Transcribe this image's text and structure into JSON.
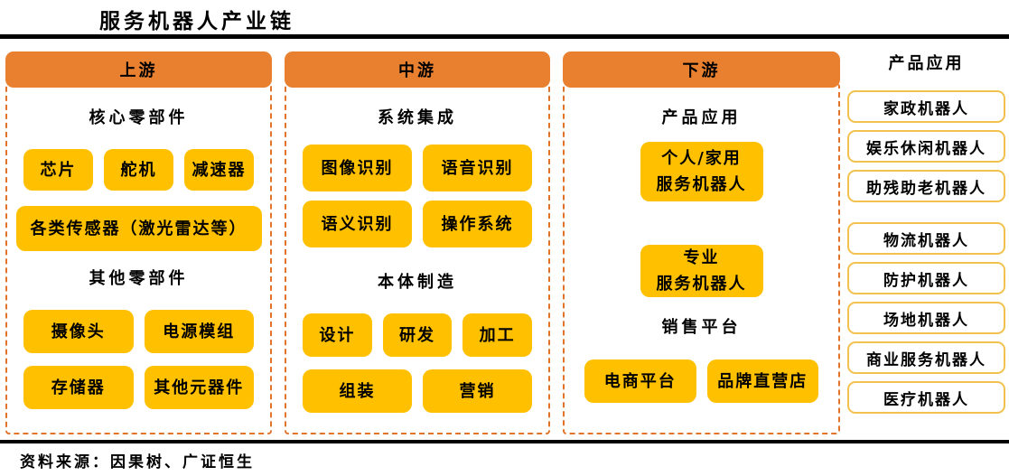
{
  "title": "服务机器人产业链",
  "source_note": "资料来源：因果树、广证恒生",
  "colors": {
    "orange": "#E8802F",
    "dash": "#E2732B",
    "gold": "#FFC000",
    "app_border": "#F2C14E",
    "text": "#000000",
    "rule": "#000000"
  },
  "columns": [
    {
      "header": "上游",
      "sections": [
        {
          "label": "核心零部件",
          "rows": [
            [
              "芯片",
              "舵机",
              "减速器"
            ],
            [
              "各类传感器（激光雷达等）"
            ]
          ]
        },
        {
          "label": "其他零部件",
          "rows": [
            [
              "摄像头",
              "电源模组"
            ],
            [
              "存储器",
              "其他元器件"
            ]
          ]
        }
      ]
    },
    {
      "header": "中游",
      "sections": [
        {
          "label": "系统集成",
          "rows": [
            [
              "图像识别",
              "语音识别"
            ],
            [
              "语义识别",
              "操作系统"
            ]
          ]
        },
        {
          "label": "本体制造",
          "rows": [
            [
              "设计",
              "研发",
              "加工"
            ],
            [
              "组装",
              "营销"
            ]
          ]
        }
      ]
    },
    {
      "header": "下游",
      "sections": [
        {
          "label": "产品应用",
          "rows": [
            [
              "个人/家用\n服务机器人"
            ],
            [
              "专业\n服务机器人"
            ]
          ]
        },
        {
          "label": "销售平台",
          "rows": [
            [
              "电商平台",
              "品牌直营店"
            ]
          ]
        }
      ]
    }
  ],
  "applications": {
    "header": "产品应用",
    "groups": [
      [
        "家政机器人",
        "娱乐休闲机器人",
        "助残助老机器人"
      ],
      [
        "物流机器人",
        "防护机器人",
        "场地机器人",
        "商业服务机器人",
        "医疗机器人"
      ]
    ]
  }
}
